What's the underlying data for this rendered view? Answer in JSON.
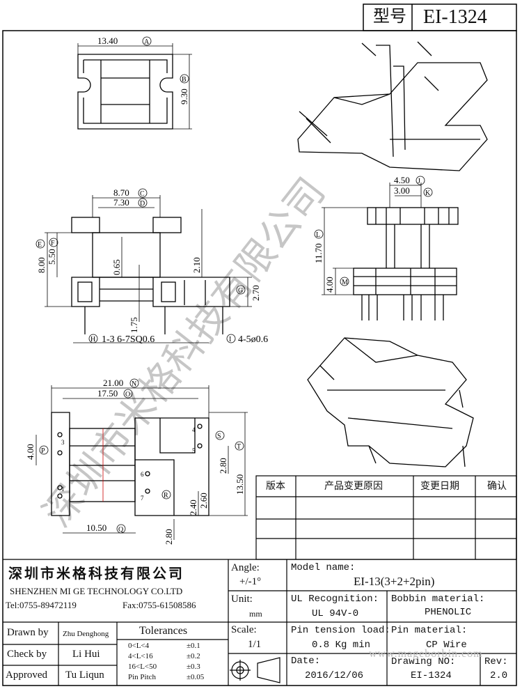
{
  "header": {
    "model_label": "型号",
    "model_value": "EI-1324"
  },
  "dims": {
    "a": "13.40",
    "a_tag": "A",
    "b": "9.30",
    "b_tag": "B",
    "c": "8.70",
    "c_tag": "C",
    "d": "7.30",
    "d_tag": "D",
    "e": "8.00",
    "e_tag": "E",
    "f": "5.50",
    "f_tag": "F",
    "g": "2.70",
    "g_tag": "G",
    "h_tag": "H",
    "h_text": "1-3  6-7SQ0.6",
    "i_tag": "I",
    "i_text": "4-5ø0.6",
    "j": "4.50",
    "j_tag": "J",
    "k": "3.00",
    "k_tag": "K",
    "l": "11.70",
    "l_tag": "L",
    "m": "4.00",
    "m_tag": "M",
    "o": "21.00",
    "o_tag": "N",
    "p": "17.50",
    "p_tag": "O",
    "q": "4.00",
    "q_tag": "P",
    "r": "10.50",
    "r_tag": "Q",
    "s_tag": "R",
    "t_tag": "S",
    "u": "13.50",
    "u_tag": "T",
    "v065": "0.65",
    "v210": "2.10",
    "v175": "1.75",
    "v280a": "2.80",
    "v260": "2.60",
    "v240": "2.40",
    "v280b": "2.80"
  },
  "pins": [
    "1",
    "3",
    "4",
    "5",
    "6",
    "7"
  ],
  "watermark": "深圳市米格科技有限公司",
  "revision_table": {
    "headers": [
      "版本",
      "产品变更原因",
      "变更日期",
      "确认"
    ]
  },
  "company": {
    "cn": "深圳市米格科技有限公司",
    "en": "SHENZHEN  MI GE TECHNOLOGY  CO.LTD",
    "tel": "Tel:0755-89472119",
    "fax": "Fax:0755-61508586"
  },
  "info": {
    "angle_label": "Angle:",
    "angle_value": "+/-1°",
    "unit_label": "Unit:",
    "unit_value": "mm",
    "scale_label": "Scale:",
    "scale_value": "1/1",
    "model_name_label": "Model name:",
    "model_name_value": "EI-13(3+2+2pin)",
    "ul_label": "UL Recognition:",
    "ul_value": "UL 94V-0",
    "bobbin_label": "Bobbin material:",
    "bobbin_value": "PHENOLIC",
    "pin_tension_label": "Pin tension load:",
    "pin_tension_value": "0.8 Kg min",
    "pin_material_label": "Pin material:",
    "pin_material_value": "CP Wire",
    "date_label": "Date:",
    "date_value": "2016/12/06",
    "drawing_label": "Drawing NO:",
    "drawing_value": "EI-1324",
    "rev_label": "Rev:",
    "rev_value": "2.0",
    "site": "www.mageborbin.com"
  },
  "people": {
    "drawn_label": "Drawn by",
    "drawn_value": "Zhu Denghong",
    "check_label": "Check by",
    "check_value": "Li Hui",
    "approved_label": "Approved",
    "approved_value": "Tu Liqun"
  },
  "tolerances": {
    "title": "Tolerances",
    "rows": [
      {
        "range": "0<L<4",
        "value": "±0.1"
      },
      {
        "range": "4<L<16",
        "value": "±0.2"
      },
      {
        "range": "16<L<50",
        "value": "±0.3"
      },
      {
        "range": "Pin Pitch",
        "value": "±0.05"
      }
    ]
  }
}
